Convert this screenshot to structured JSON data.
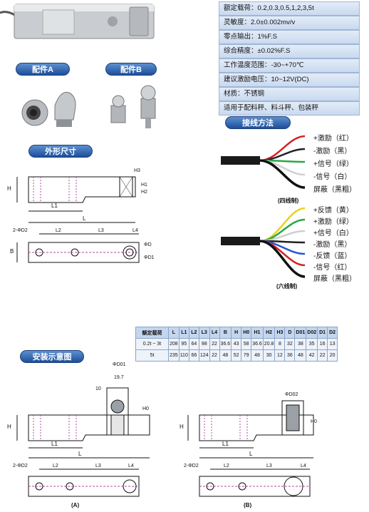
{
  "specs": [
    "额定载荷：0.2,0.3,0.5,1,2,3,5t",
    "灵敏度：2.0±0.002mv/v",
    "零点输出：1%F.S",
    "综合精度：±0.02%F.S",
    "工作温度范围：-30~+70℃",
    "建议激励电压：10~12V(DC)",
    "材质：不锈钢",
    "适用于配料秤、料斗秤、包装秤"
  ],
  "labels": {
    "part_a": "配件A",
    "part_b": "配件B",
    "dimensions": "外形尺寸",
    "wiring": "接线方法",
    "install": "安装示意图",
    "four_wire": "(四线制)",
    "six_wire": "(六线制)",
    "fig_a": "(A)",
    "fig_b": "(B)"
  },
  "wiring4": [
    "+激励（红）",
    "-激励（黑）",
    "+信号（绿）",
    "-信号（白）",
    "屏蔽（黑粗）"
  ],
  "wiring6": [
    "+反馈（黄）",
    "+激励（绿）",
    "+信号（白）",
    "-激励（黑）",
    "-反馈（蓝）",
    "-信号（红）",
    "屏蔽（黑粗）"
  ],
  "wire_colors4": [
    "#d62020",
    "#222222",
    "#2aa845",
    "#e8e8e8"
  ],
  "wire_colors6": [
    "#e6d21a",
    "#2aa845",
    "#e8e8e8",
    "#222222",
    "#2555d6",
    "#d62020"
  ],
  "table": {
    "header": [
      "额定载荷",
      "L",
      "L1",
      "L2",
      "L3",
      "L4",
      "B",
      "H",
      "H0",
      "H1",
      "H2",
      "H3",
      "D",
      "D01",
      "D02",
      "D1",
      "D2"
    ],
    "rows": [
      [
        "0.2t ~ 3t",
        "208",
        "95",
        "64",
        "98",
        "22",
        "36.6",
        "43",
        "58",
        "36.6",
        "20.8",
        "8",
        "32",
        "38",
        "35",
        "16",
        "13"
      ],
      [
        "5t",
        "235",
        "110",
        "66",
        "124",
        "22",
        "48",
        "52",
        "79",
        "48",
        "30",
        "12",
        "36",
        "48",
        "42",
        "22",
        "20"
      ]
    ]
  },
  "drawing_text": {
    "dim_h": "H",
    "dim_l1": "L1",
    "dim_l": "L",
    "dim_l2": "L2",
    "dim_l3": "L3",
    "dim_l4": "L4",
    "dim_b": "B",
    "dim_d": "ΦD",
    "dim_d1": "ΦD1",
    "dim_2d2": "2-ΦD2",
    "dim_h1": "H1",
    "dim_h2": "H2",
    "dim_h3": "H3",
    "dim_d01": "ΦD01",
    "dim_d02": "ΦD02",
    "dim_197": "19.7",
    "dim_10": "10",
    "dim_h0": "H0"
  }
}
